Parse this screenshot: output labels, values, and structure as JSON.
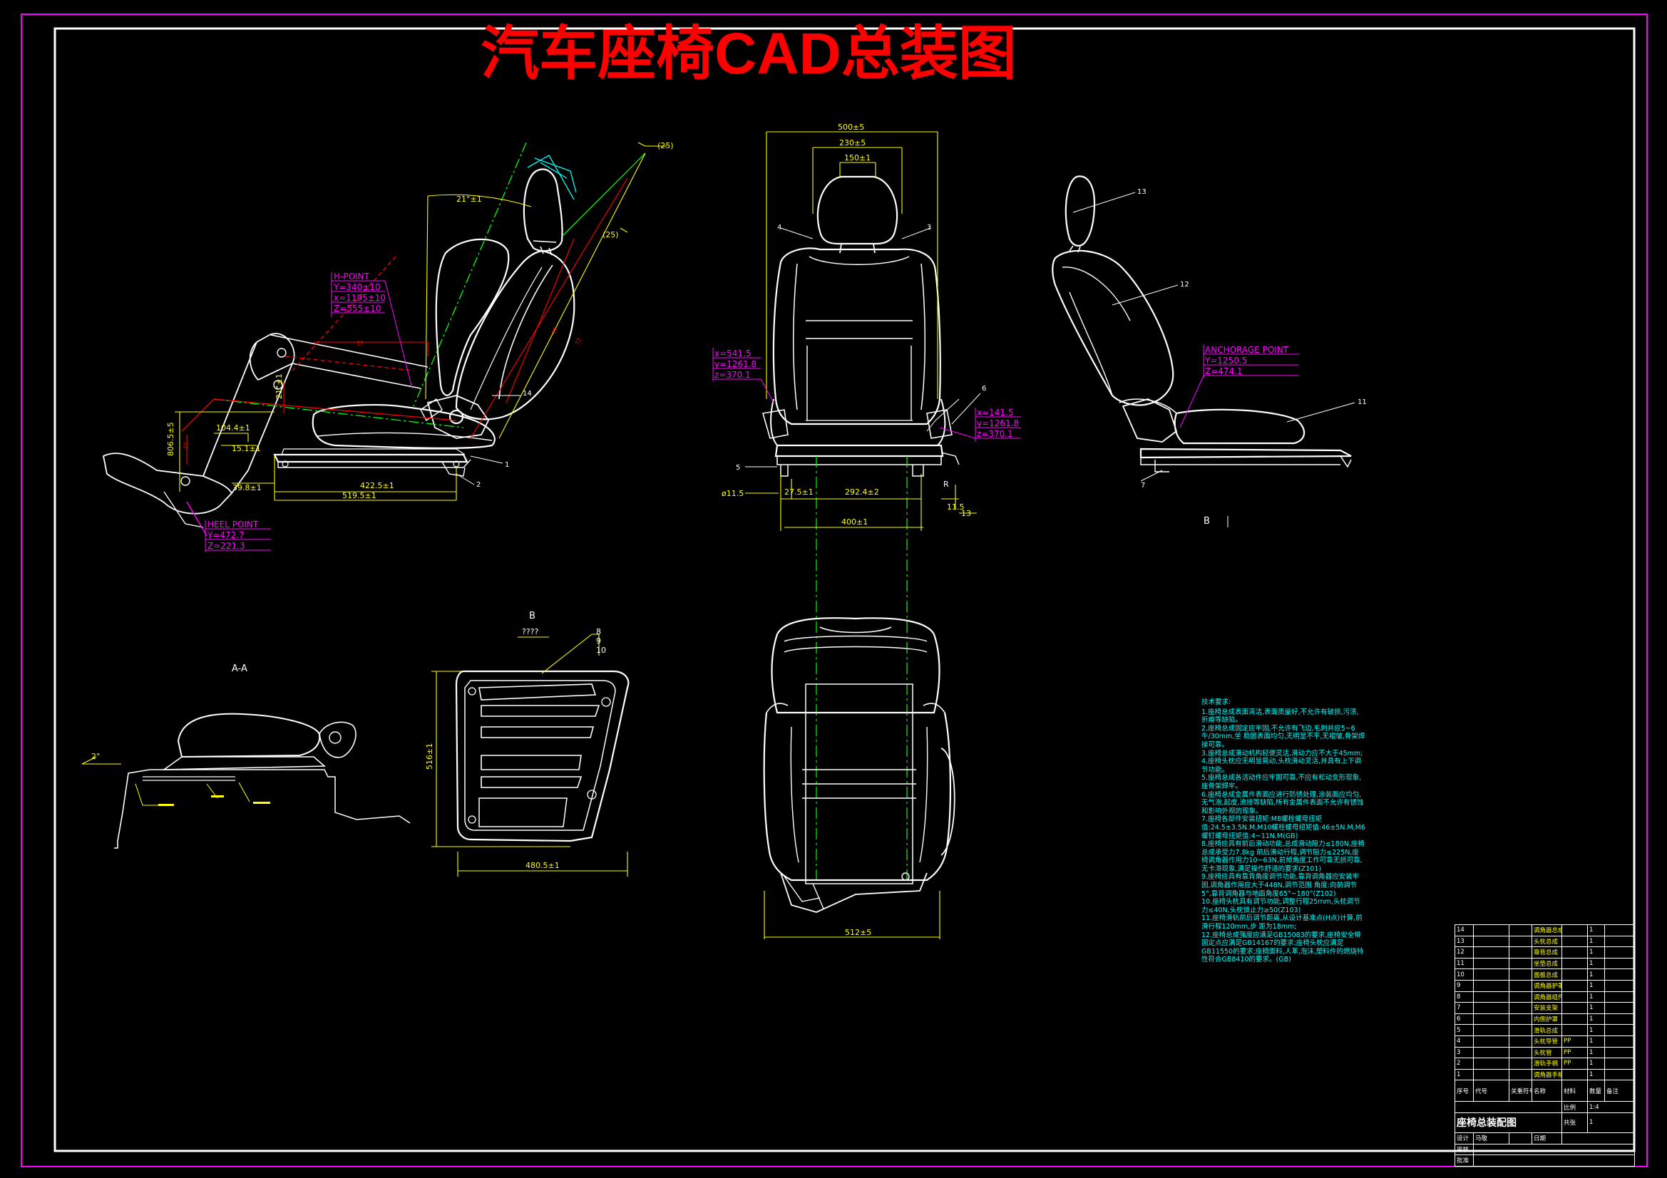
{
  "title": "汽车座椅CAD总装图",
  "colors": {
    "background": "#000000",
    "outer_border": "#ff00ff",
    "frame": "#ffffff",
    "title": "#ff0000",
    "dimension": "#ffff00",
    "callout": "#ff00ff",
    "notes": "#00ffff",
    "centerline": "#00ff00"
  },
  "side_view": {
    "dims": {
      "angle_top": "21°±1",
      "angle_mid": "21°±1",
      "ref_25a": "(25)",
      "ref_25b": "(25)",
      "len_1": "??",
      "len_2": "??",
      "len_3": "??",
      "len_4": "??",
      "height": "806.5±5",
      "h_small": "104.4±1",
      "h_small2": "15.1±1",
      "w_398": "39.8±1",
      "w_422": "422.5±1",
      "w_519": "519.5±1"
    },
    "h_point": {
      "label": "H-POINT",
      "y": "Y=340±10",
      "x": "x=1195±10",
      "z": "Z=555±10"
    },
    "heel_point": {
      "label": "HEEL POINT",
      "y": "Y=472.7",
      "z": "Z=221.3"
    },
    "callouts": [
      "14",
      "1",
      "2"
    ]
  },
  "front_view": {
    "dims": {
      "w_500": "500±5",
      "w_230": "230±5",
      "w_150": "150±1",
      "w_275": "27.5±1",
      "w_292": "292.4±2",
      "w_400": "400±1",
      "d_115": "ø11.5",
      "h_115": "11.5",
      "d_13": "13",
      "r_label": "R",
      "w_512": "512±5"
    },
    "coord": {
      "x": "x=541.5",
      "y": "y=1261.8",
      "z": "z=370.1"
    },
    "coord2": {
      "x": "x=141.5",
      "y": "y=1261.8",
      "z": "z=370.1"
    },
    "callouts": [
      "4",
      "3",
      "5",
      "6"
    ]
  },
  "right_view": {
    "anchorage": {
      "label": "ANCHORAGE POINT",
      "y": "Y=1250.5",
      "z": "Z=474.1"
    },
    "callouts": [
      "13",
      "12",
      "11",
      "7"
    ],
    "section_label": "B"
  },
  "section_aa": {
    "label": "A-A",
    "angle": "2°"
  },
  "detail_b": {
    "label": "B",
    "scale": "????",
    "callouts": [
      "8",
      "9",
      "10"
    ],
    "dims": {
      "height": "516±1",
      "width": "480.5±1"
    }
  },
  "notes": {
    "heading": "技术要求:",
    "items": [
      "1.座椅总成表面清洁,表面质量好,不允许有破损,污渍,折痕等缺陷。",
      "2.座椅总成固定应牢固,不允许有飞边,毛刺并应5~6牛/30mm,坐  稳固表面均匀,无明显不平,无褶皱,骨架焊接可靠。",
      "3.座椅总成滑动机构轻便灵活,滑动力应不大于45mm;",
      "4.座椅头枕应无明显晃动,头枕滑动灵活,并具有上下调节功能。",
      "5.座椅总成各活动件应牢固可靠,不应有松动变形现象,座骨架焊牢。",
      "6.座椅总成金属件表面应进行防锈处理,涂装面应均匀,无气泡,起皮,流挂等缺陷,所有金属件表面不允许有锈蚀和影响外观的现象。",
      "7.座椅各部件安装扭矩:M8螺栓螺母扭矩值:24.5±3.5N.M,M10螺栓螺母扭矩值:46±5N.M,M6螺钉螺母扭矩值:4~11N.M(GB)",
      "8.座椅应具有前后滑动功能,总成滑动阻力≤180N,座椅总成承受力7.8kg 前后滑动行程,调节阻力≤225N,座椅调角器作用力10~63N,前倾角度工作可靠无损可靠,无卡滞现象,满足操作舒适的要求(Z101)",
      "9.座椅应具有靠背角度调节功能,靠背调角器应安装牢固,调角器作用应大于448N,调节范围 角度:向前调节5°,靠背调角器与地面角度65°~180°(Z102)",
      "10.座椅头枕具有调节功能,调整行程25mm,头枕调节力≤40N,头枕锁止力≥50(Z103)",
      "11.座椅滑轨前后调节距离,从设计基准点(H点)计算,前滑行程120mm,步 距为18mm;",
      "12.座椅总成强度应满足GB15083的要求,座椅安全带固定点应满足GB14167的要求;座椅头枕应满足GB11550的要求;座椅面料,人革,泡沫,塑料件的燃烧特性符合GB8410的要求。(GB)"
    ]
  },
  "title_block": {
    "rows": [
      {
        "no": "14",
        "name": "调角器总成",
        "qty": "1",
        "note": ""
      },
      {
        "no": "13",
        "name": "头枕总成",
        "qty": "1",
        "note": ""
      },
      {
        "no": "12",
        "name": "靠背总成",
        "qty": "1",
        "note": ""
      },
      {
        "no": "11",
        "name": "坐垫总成",
        "qty": "1",
        "note": ""
      },
      {
        "no": "10",
        "name": "面板总成",
        "qty": "1",
        "note": ""
      },
      {
        "no": "9",
        "name": "调角器护罩",
        "qty": "1",
        "note": ""
      },
      {
        "no": "8",
        "name": "调角器组件",
        "qty": "1",
        "note": ""
      },
      {
        "no": "7",
        "name": "安装支架",
        "qty": "1",
        "note": ""
      },
      {
        "no": "6",
        "name": "内侧护罩",
        "qty": "1",
        "note": ""
      },
      {
        "no": "5",
        "name": "滑轨总成",
        "qty": "1",
        "note": ""
      },
      {
        "no": "4",
        "name": "头枕导管",
        "qty": "1",
        "note": ""
      },
      {
        "no": "3",
        "name": "头枕管",
        "qty": "1",
        "note": ""
      },
      {
        "no": "2",
        "name": "滑轨手柄",
        "qty": "1",
        "note": ""
      },
      {
        "no": "1",
        "name": "调角器手柄",
        "qty": "1",
        "note": ""
      }
    ],
    "materials": [
      "PP",
      "PP",
      "PP"
    ],
    "header": {
      "no": "序号",
      "code": "代号",
      "quote": "关重符号",
      "name": "名称",
      "material": "材料",
      "qty": "数量",
      "note": "备注"
    },
    "assembly_name": "座椅总装配图",
    "scale_label": "比例",
    "scale_value": "1:4",
    "sheet_label": "共张",
    "sheet_value": "1",
    "design_label": "设计",
    "draw_label": "马敬",
    "date_label": "日期",
    "check_label": "审核",
    "approve_label": "批准"
  }
}
